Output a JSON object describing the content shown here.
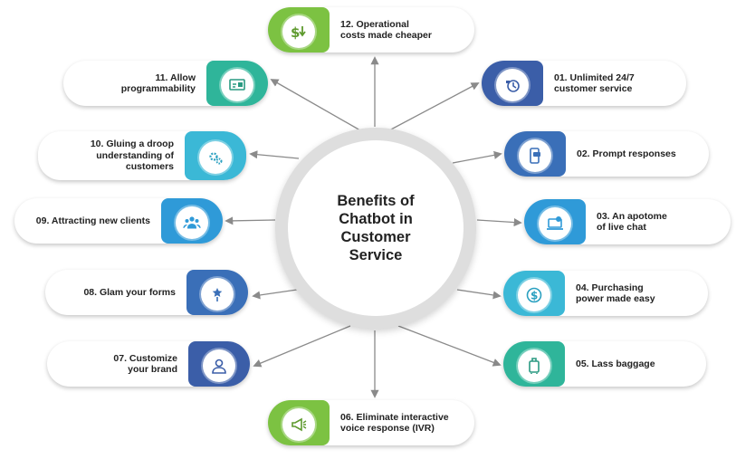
{
  "hub": {
    "title_lines": [
      "Benefits of",
      "Chatbot in",
      "Customer",
      "Service"
    ]
  },
  "benefits": [
    {
      "id": "01",
      "lines": [
        "01. Unlimited 24/7",
        "customer service"
      ],
      "icon": "clock-hand-icon",
      "color": "#3b5ea8"
    },
    {
      "id": "02",
      "lines": [
        "02. Prompt responses"
      ],
      "icon": "mobile-chat-icon",
      "color": "#3a6fb8"
    },
    {
      "id": "03",
      "lines": [
        "03. An apotome",
        "of live chat"
      ],
      "icon": "laptop-chat-icon",
      "color": "#2f9ad8"
    },
    {
      "id": "04",
      "lines": [
        "04. Purchasing",
        "power made easy"
      ],
      "icon": "dollar-coin-icon",
      "color": "#3bb8d6"
    },
    {
      "id": "05",
      "lines": [
        "05. Lass baggage"
      ],
      "icon": "luggage-icon",
      "color": "#2fb59a"
    },
    {
      "id": "06",
      "lines": [
        "06. Eliminate interactive",
        "voice response (IVR)"
      ],
      "icon": "megaphone-icon",
      "color": "#7cc242"
    },
    {
      "id": "07",
      "lines": [
        "07. Customize",
        "your brand"
      ],
      "icon": "user-icon",
      "color": "#3b5ea8"
    },
    {
      "id": "08",
      "lines": [
        "08. Glam your forms"
      ],
      "icon": "star-wand-icon",
      "color": "#3a6fb8"
    },
    {
      "id": "09",
      "lines": [
        "09. Attracting  new clients"
      ],
      "icon": "group-icon",
      "color": "#2f9ad8"
    },
    {
      "id": "10",
      "lines": [
        "10. Gluing a droop",
        "understanding of",
        "customers"
      ],
      "icon": "gears-icon",
      "color": "#3bb8d6"
    },
    {
      "id": "11",
      "lines": [
        "11. Allow",
        "programmability"
      ],
      "icon": "api-screen-icon",
      "color": "#2fb59a"
    },
    {
      "id": "12",
      "lines": [
        "12. Operational",
        "costs made cheaper"
      ],
      "icon": "dollar-down-icon",
      "color": "#7cc242"
    }
  ],
  "colors": {
    "connector": "#8a8a8a",
    "hub_ring": "#dedede"
  }
}
